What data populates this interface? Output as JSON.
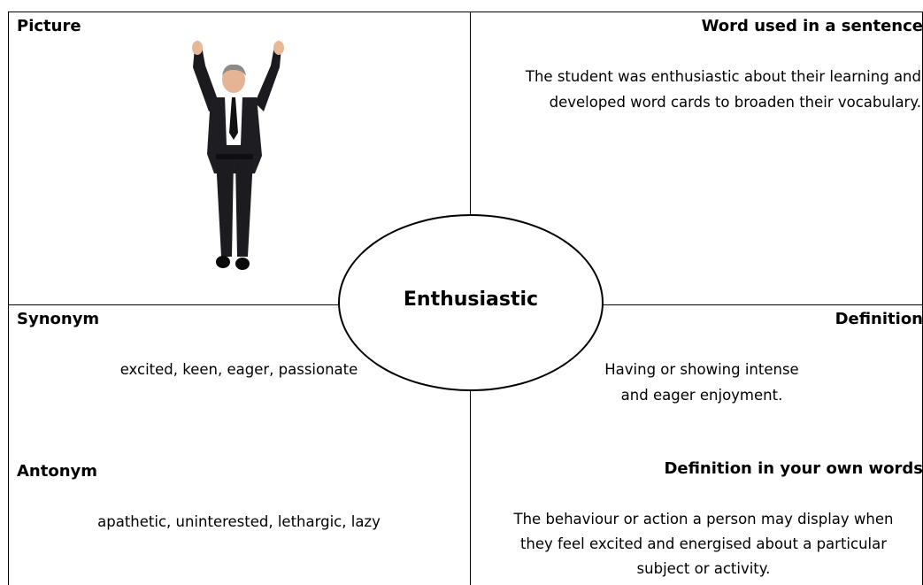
{
  "center_word": "Enthusiastic",
  "quadrants": {
    "picture": {
      "heading": "Picture",
      "image_icon": "man-jumping-with-arms-raised"
    },
    "sentence": {
      "heading": "Word used in a sentence",
      "lines": [
        "The student was enthusiastic about their learning and",
        "developed word cards to broaden their vocabulary."
      ]
    },
    "synonym": {
      "heading": "Synonym",
      "text": "excited, keen, eager, passionate"
    },
    "definition": {
      "heading": "Definition",
      "lines": [
        "Having or showing intense",
        "and eager enjoyment."
      ]
    },
    "antonym": {
      "heading": "Antonym",
      "text": "apathetic, uninterested, lethargic, lazy"
    },
    "own_words": {
      "heading": "Definition in your own words",
      "lines": [
        "The behaviour or action a person may display when",
        "they feel excited and energised about a particular",
        "subject or activity."
      ]
    }
  }
}
